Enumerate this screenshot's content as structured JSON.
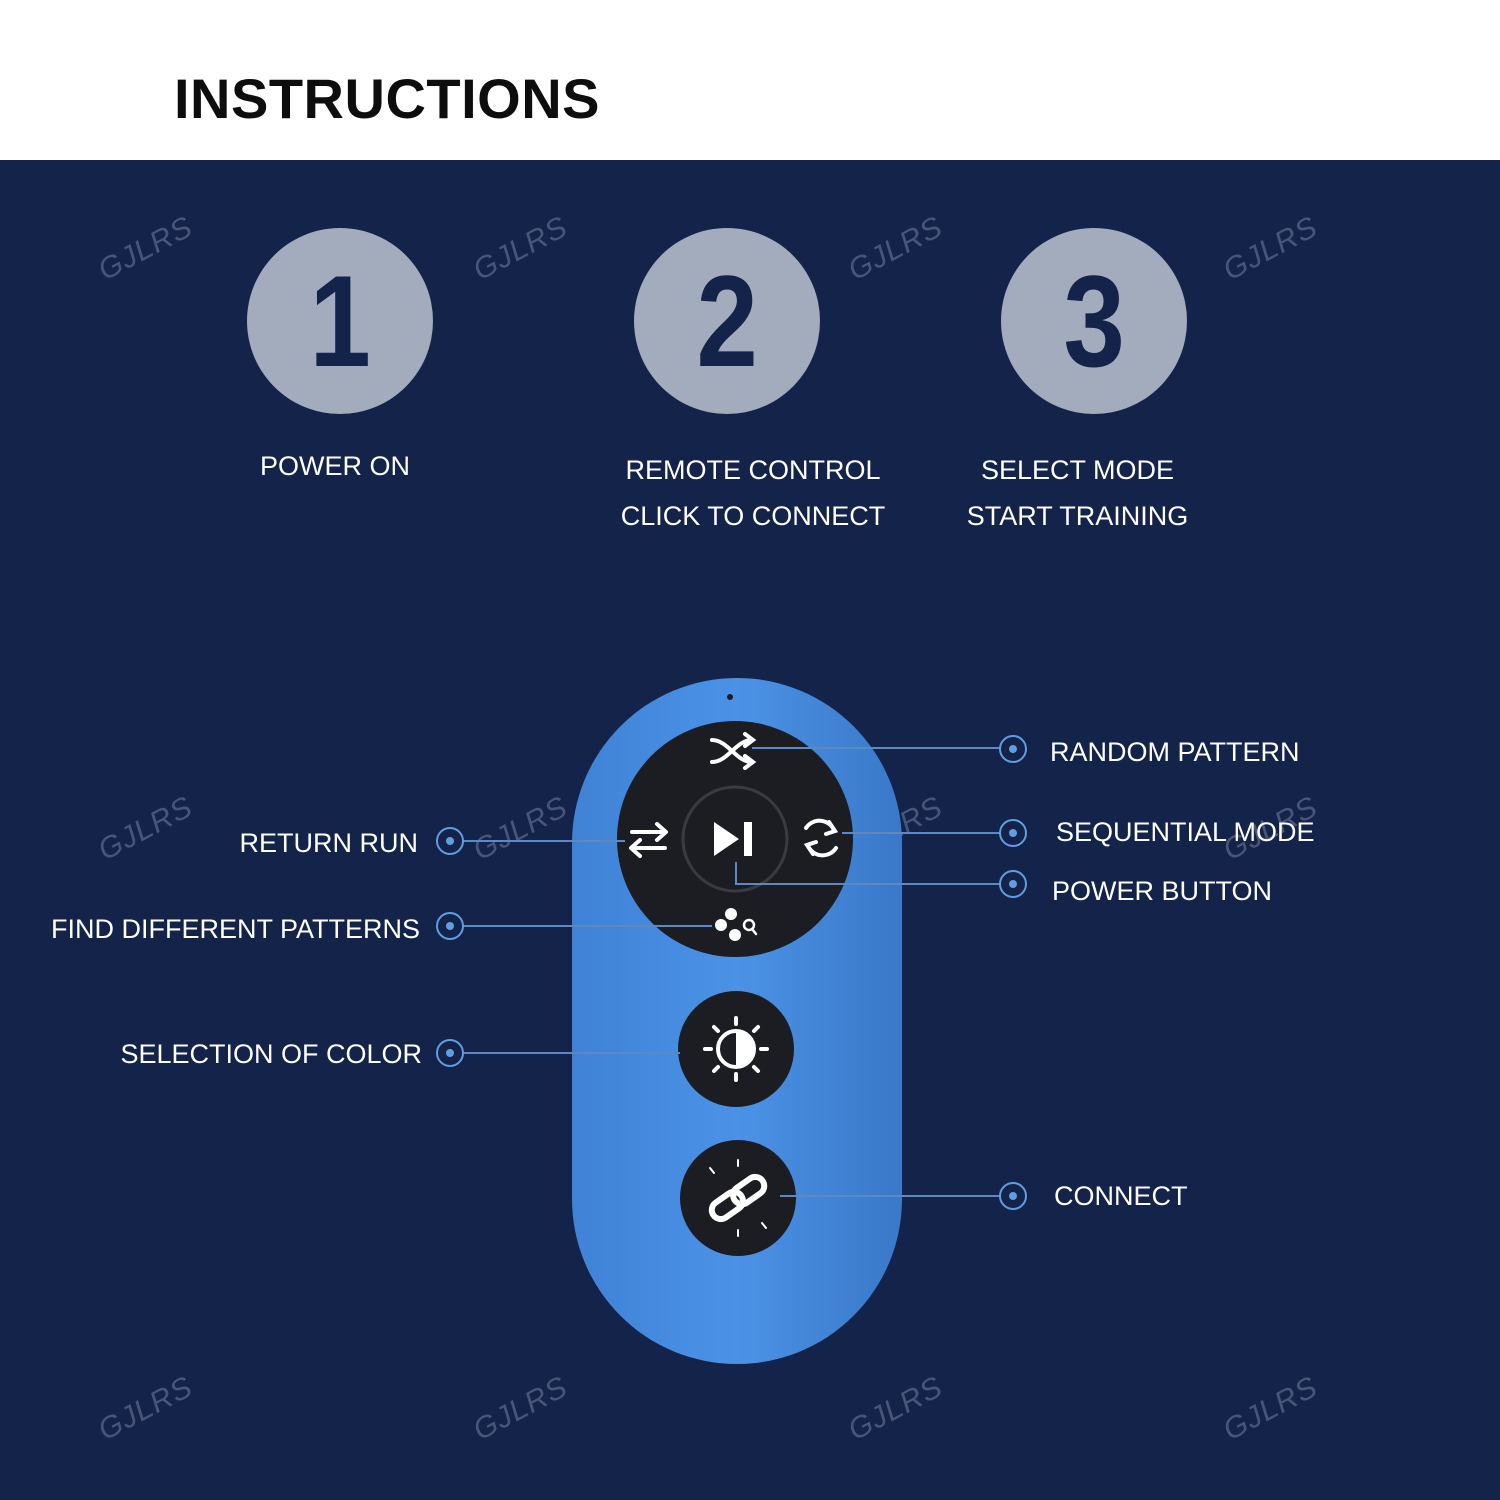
{
  "title": "INSTRUCTIONS",
  "watermark": "GJLRS",
  "steps": [
    {
      "number": "1",
      "line1": "POWER ON",
      "line2": ""
    },
    {
      "number": "2",
      "line1": "REMOTE CONTROL",
      "line2": "CLICK TO CONNECT"
    },
    {
      "number": "3",
      "line1": "SELECT MODE",
      "line2": "START TRAINING"
    }
  ],
  "callouts": {
    "random_pattern": "RANDOM PATTERN",
    "return_run": "RETURN RUN",
    "sequential_mode": "SEQUENTIAL MODE",
    "power_button": "POWER BUTTON",
    "find_patterns": "FIND DIFFERENT PATTERNS",
    "selection_of_color": "SELECTION OF COLOR",
    "connect": "CONNECT"
  },
  "colors": {
    "panel": "#14234a",
    "step_circle": "#a3acbc",
    "remote_body": "#4a8ee0",
    "button": "#1c1d22",
    "callout_line": "#5f87c0"
  },
  "icons": {
    "random_pattern": "shuffle-icon",
    "return_run": "swap-arrows-icon",
    "play_pause": "play-pause-icon",
    "sequential": "refresh-icon",
    "find_patterns": "pattern-search-icon",
    "color": "brightness-icon",
    "connect": "link-icon"
  }
}
